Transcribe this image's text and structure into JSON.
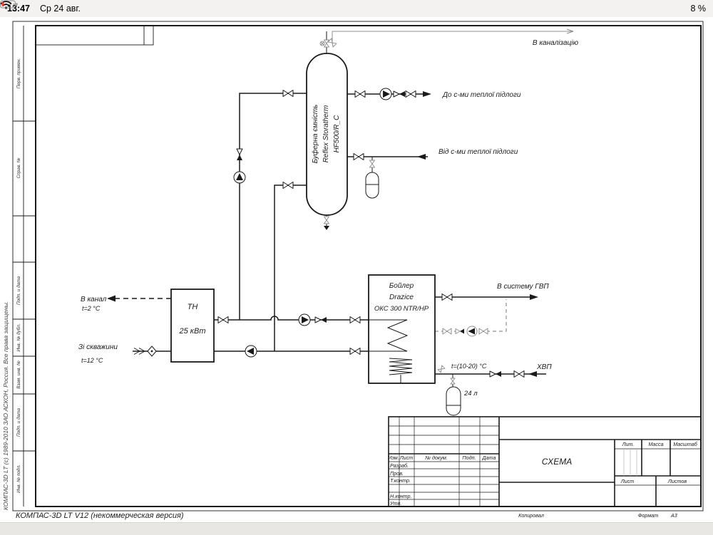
{
  "status_bar": {
    "time": "13:47",
    "date": "Ср 24 авг.",
    "battery_percent": "8 %",
    "icons": {
      "cellular": "cellular-dots-icon",
      "wifi": "wifi-icon",
      "battery": "battery-icon"
    }
  },
  "colors": {
    "line": "#1a1a1a",
    "aux_line": "#8f8f8f",
    "battery_low": "#ff3b30",
    "status_bg": "#f3f2f0"
  },
  "schematic": {
    "sewer_label": "В каналізацію",
    "tank": {
      "l1": "Буферна ємність",
      "l2": "Reflex Storatherm",
      "l3": "HF500/R_C"
    },
    "to_floor": "До с-ми теплої підлоги",
    "from_floor": "Від с-ми теплої підлоги",
    "heat_pump": {
      "name": "ТН",
      "power": "25  кВт"
    },
    "canal_l1": "В канал",
    "canal_l2": "t=2 °С",
    "well_l1": "Зі скважини",
    "well_l2": "t=12 °С",
    "boiler": {
      "l1": "Бойлер",
      "l2": "Drazice",
      "l3": "ОКС 300 NTR/HP"
    },
    "dhw_label": "В систему ГВП",
    "cold_water_label": "ХВП",
    "temp_range": "t=(10-20) °С",
    "vessel_volume": "24 л"
  },
  "frame": {
    "left_labels": [
      "Перв. примен.",
      "Справ. №",
      "Подп. и дата",
      "Инв. № дубл.",
      "Взам. инв. №",
      "Подп. и дата",
      "Инв. № подл."
    ]
  },
  "title_block": {
    "cols": [
      "Изм.",
      "Лист",
      "№ докум.",
      "Подп.",
      "Дата"
    ],
    "rows": [
      "Разраб.",
      "Пров.",
      "Т.контр.",
      "Н.контр.",
      "Утв."
    ],
    "doc_title": "СХЕМА",
    "lit": "Лит.",
    "mass": "Масса",
    "scale": "Масштаб",
    "sheet": "Лист",
    "sheets": "Листов",
    "copied": "Копировал",
    "format_label": "Формат",
    "format_value": "А3"
  },
  "app": {
    "version_text": "КОМПАС-3D LT V12 (некоммерческая версия)",
    "copyright_text": "КОМПАС-3D LT (с) 1989-2010 ЗАО АСКОН, Россия. Все права защищены."
  }
}
